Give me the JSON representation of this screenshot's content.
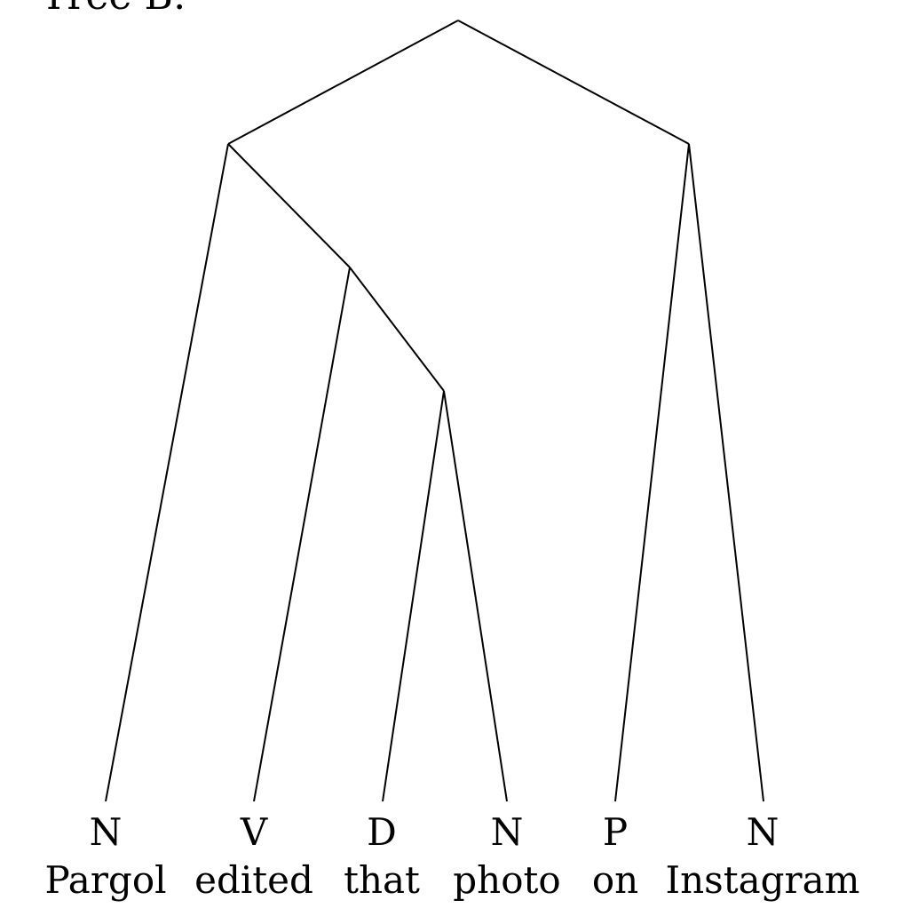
{
  "title": "Tree B:",
  "leaves": [
    {
      "category": "N",
      "word": "Pargol"
    },
    {
      "category": "V",
      "word": "edited"
    },
    {
      "category": "D",
      "word": "that"
    },
    {
      "category": "N",
      "word": "photo"
    },
    {
      "category": "P",
      "word": "on"
    },
    {
      "category": "N",
      "word": "Instagram"
    }
  ],
  "structure": {
    "children": [
      {
        "children": [
          {
            "leaf": 0
          },
          {
            "children": [
              {
                "leaf": 1
              },
              {
                "children": [
                  {
                    "leaf": 2
                  },
                  {
                    "leaf": 3
                  }
                ]
              }
            ]
          }
        ]
      },
      {
        "children": [
          {
            "leaf": 4
          },
          {
            "leaf": 5
          }
        ]
      }
    ]
  }
}
